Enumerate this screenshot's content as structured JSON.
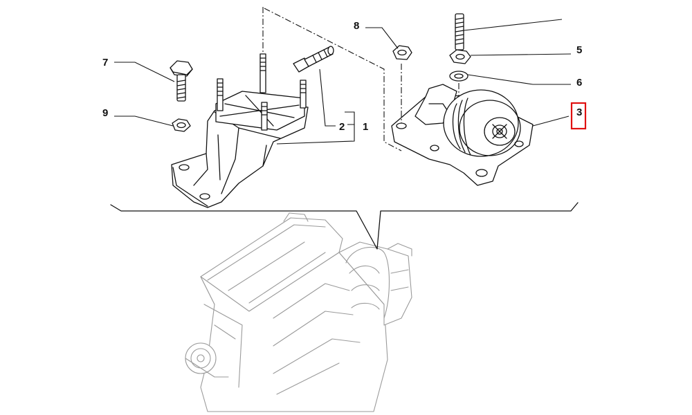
{
  "diagram": {
    "callouts": [
      {
        "id": "1",
        "label": "1"
      },
      {
        "id": "2",
        "label": "2"
      },
      {
        "id": "3",
        "label": "3",
        "highlighted": true
      },
      {
        "id": "5",
        "label": "5"
      },
      {
        "id": "6",
        "label": "6"
      },
      {
        "id": "7",
        "label": "7"
      },
      {
        "id": "8",
        "label": "8"
      },
      {
        "id": "9",
        "label": "9"
      }
    ],
    "parts": [
      {
        "name": "left-engine-mount-bracket",
        "icon": "bracket-with-studs"
      },
      {
        "name": "bolt",
        "icon": "hex-bolt"
      },
      {
        "name": "nut",
        "icon": "hex-nut"
      },
      {
        "name": "threaded-stud",
        "icon": "stud"
      },
      {
        "name": "washer",
        "icon": "flat-washer"
      },
      {
        "name": "right-engine-mount",
        "icon": "rubber-mount"
      },
      {
        "name": "sensor-pin",
        "icon": "threaded-pin"
      },
      {
        "name": "engine-block",
        "icon": "engine-ghost"
      }
    ],
    "colors": {
      "ink": "#111111",
      "ghost": "#9a9a9a",
      "highlight": "#e01010",
      "background": "#ffffff"
    }
  }
}
